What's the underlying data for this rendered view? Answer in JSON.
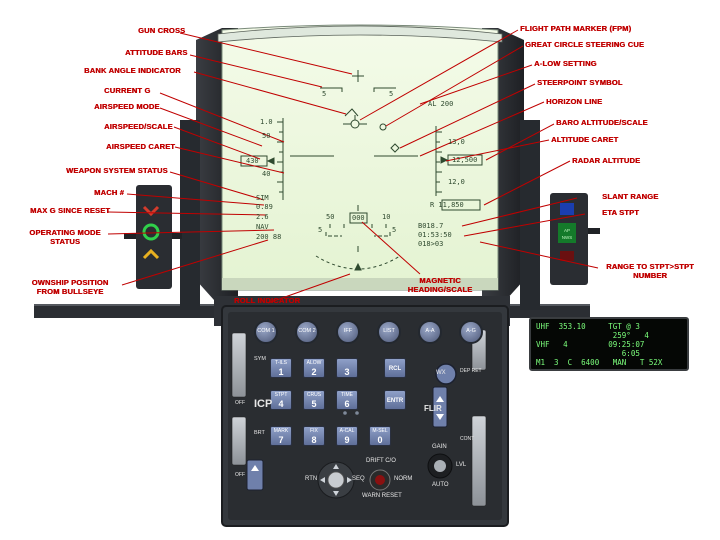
{
  "labels": {
    "gun_cross": "GUN CROSS",
    "attitude_bars": "ATTITUDE BARS",
    "bank_angle_indicator": "BANK ANGLE INDICATOR",
    "current_g": "CURRENT G",
    "airspeed_mode": "AIRSPEED MODE",
    "airspeed_scale": "AIRSPEED/SCALE",
    "airspeed_caret": "AIRSPEED CARET",
    "weapon_system_status": "WEAPON SYSTEM STATUS",
    "mach_number": "MACH #",
    "max_g_since_reset": "MAX G SINCE RESET",
    "operating_mode_status": "OPERATING MODE STATUS",
    "ownship_position": "OWNSHIP POSITION FROM BULLSEYE",
    "roll_indicator": "ROLL INDICATOR",
    "magnetic_heading": "MAGNETIC HEADING/SCALE",
    "flight_path_marker": "FLIGHT PATH MARKER (FPM)",
    "great_circle_cue": "GREAT CIRCLE STEERING CUE",
    "alow_setting": "A-LOW SETTING",
    "steerpoint_symbol": "STEERPOINT SYMBOL",
    "horizon_line": "HORIZON LINE",
    "baro_altitude": "BARO ALTITUDE/SCALE",
    "altitude_caret": "ALTITUDE CARET",
    "radar_altitude": "RADAR ALTITUDE",
    "slant_range": "SLANT RANGE",
    "eta_stpt": "ETA STPT",
    "range_to_stpt": "RANGE TO STPT>STPT NUMBER"
  },
  "hud": {
    "pitch_5_left": "5",
    "pitch_5_right": "5",
    "g_value": "1.0",
    "speed_50": "50",
    "speed_box": "430",
    "speed_40": "40",
    "alow": "AL 200",
    "alt_13": "13,0",
    "alt_box": "12,500",
    "alt_12": "12,0",
    "radar_alt": "R 11,850",
    "pitch_m5_left": "5",
    "pitch_m5_right": "5",
    "weapon_status": "SIM",
    "mach": "0.89",
    "max_g": "2.6",
    "mode": "NAV",
    "bullseye": "200  88",
    "heading_left": "50",
    "heading_box": "000",
    "heading_right": "10",
    "slant_range": "B018.7",
    "eta": "01:53:50",
    "range_stpt": "018>03"
  },
  "ded": {
    "line1": "UHF  353.10     TGT @ 3",
    "line2": "                 259°   4",
    "line3": "VHF   4         09:25:07",
    "line4": "                   6:05",
    "line5": "M1  3  C  6400   MAN   T 52X"
  },
  "icp": {
    "top_buttons": [
      "COM 1",
      "COM 2",
      "IFF",
      "LIST",
      "A-A",
      "A-G"
    ],
    "keys": [
      {
        "top": "T-ILS",
        "num": "1"
      },
      {
        "top": "ALOW",
        "num": "2"
      },
      {
        "top": "",
        "num": "3"
      },
      {
        "top": "STPT",
        "num": "4"
      },
      {
        "top": "CRUS",
        "num": "5"
      },
      {
        "top": "TIME",
        "num": "6"
      },
      {
        "top": "MARK",
        "num": "7"
      },
      {
        "top": "FIX",
        "num": "8"
      },
      {
        "top": "A-CAL",
        "num": "9"
      },
      {
        "top": "M-SEL",
        "num": "0"
      }
    ],
    "rcl": "RCL",
    "entr": "ENTR",
    "wx": "WX",
    "sym": "SYM",
    "icp_text": "ICP",
    "brt": "BRT",
    "off_top": "OFF",
    "off_bottom": "OFF",
    "dep_ret": "DEP RET",
    "flir": "FLIR",
    "cont": "CONT",
    "gain": "GAIN",
    "lvl": "LVL",
    "auto": "AUTO",
    "rtn": "RTN",
    "seq": "SEQ",
    "drift_co": "DRIFT C/O",
    "norm": "NORM",
    "warn_reset": "WARN RESET"
  },
  "colors": {
    "label_red": "#c00000",
    "hud_glass": "#eef9e0",
    "hud_symbols": "#2f4a2f",
    "ded_text": "#7cff7c",
    "panel": "#2c2f33",
    "key_blue": "#6f80ab"
  }
}
